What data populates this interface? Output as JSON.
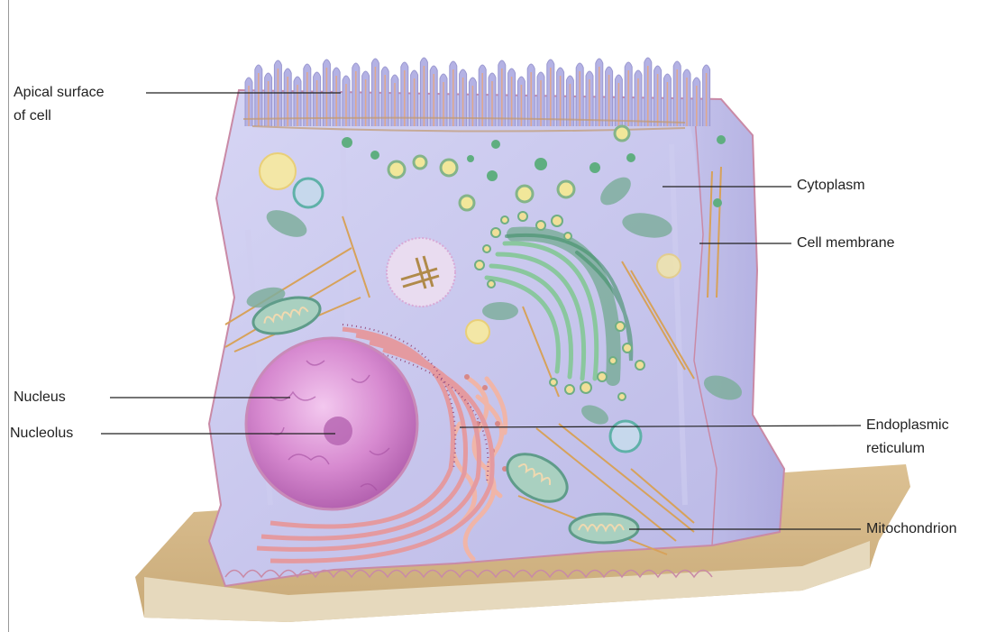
{
  "labels": {
    "apical_surface": "Apical surface",
    "of_cell": "of cell",
    "cytoplasm": "Cytoplasm",
    "cell_membrane": "Cell membrane",
    "nucleus": "Nucleus",
    "nucleolus": "Nucleolus",
    "endoplasmic": "Endoplasmic",
    "reticulum": "reticulum",
    "mitochondrion": "Mitochondrion"
  },
  "colors": {
    "cell_body": "#c9c8ec",
    "cell_membrane": "#c98aa6",
    "nucleus": "#d98ad2",
    "er": "#e8a6a4",
    "golgi": "#86c29e",
    "mitochondrion": "#9cc6b6",
    "basement": "#d8bc8c",
    "leader_line": "#222222"
  }
}
